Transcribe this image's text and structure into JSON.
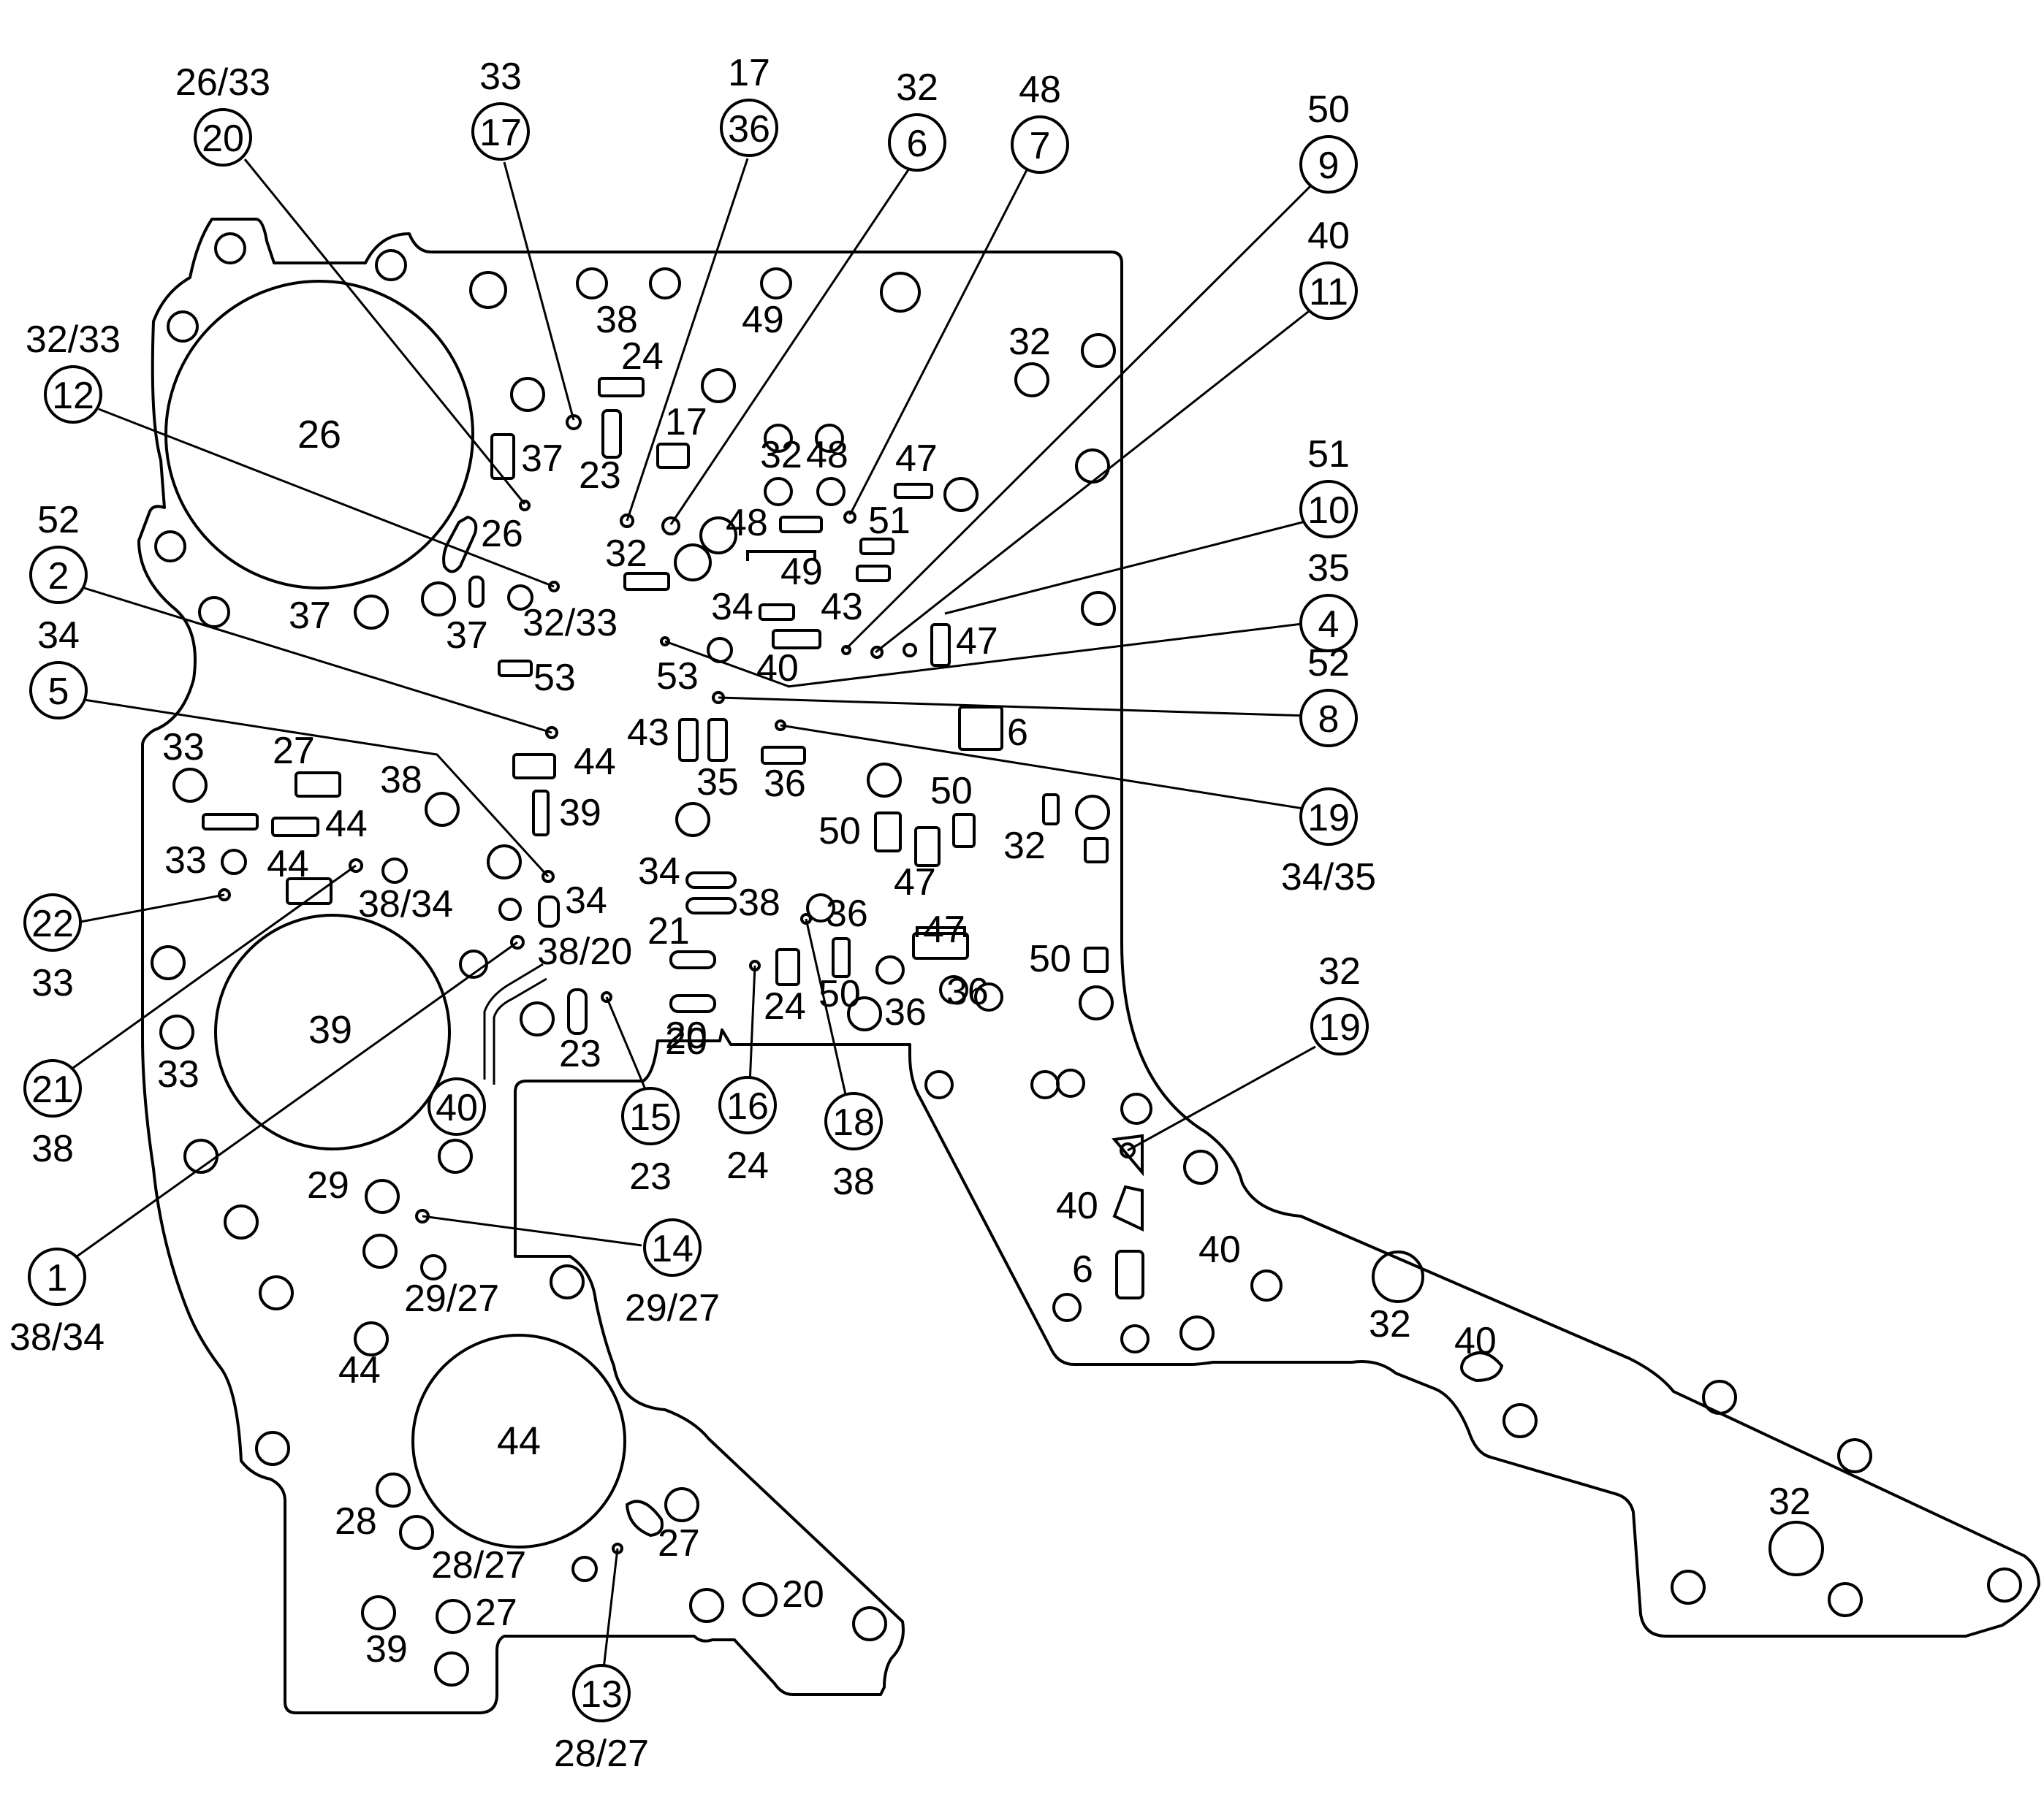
{
  "callouts": [
    {
      "id": "c20",
      "num": "20",
      "sub": "26/33",
      "sub_pos": "above"
    },
    {
      "id": "c17",
      "num": "17",
      "sub": "33",
      "sub_pos": "above"
    },
    {
      "id": "c36",
      "num": "36",
      "sub": "17",
      "sub_pos": "above"
    },
    {
      "id": "c6",
      "num": "6",
      "sub": "32",
      "sub_pos": "above"
    },
    {
      "id": "c7",
      "num": "7",
      "sub": "48",
      "sub_pos": "above"
    },
    {
      "id": "c9",
      "num": "9",
      "sub": "50",
      "sub_pos": "above"
    },
    {
      "id": "c11",
      "num": "11",
      "sub": "40",
      "sub_pos": "above"
    },
    {
      "id": "c12",
      "num": "12",
      "sub": "32/33",
      "sub_pos": "above"
    },
    {
      "id": "c10",
      "num": "10",
      "sub": "51",
      "sub_pos": "above"
    },
    {
      "id": "c2",
      "num": "2",
      "sub": "52",
      "sub_pos": "above"
    },
    {
      "id": "c4",
      "num": "4",
      "sub": "35",
      "sub_pos": "above"
    },
    {
      "id": "c5",
      "num": "5",
      "sub": "34",
      "sub_pos": "above"
    },
    {
      "id": "c8",
      "num": "8",
      "sub": "52",
      "sub_pos": "above"
    },
    {
      "id": "c19a",
      "num": "19",
      "sub": "34/35",
      "sub_pos": "below"
    },
    {
      "id": "c22",
      "num": "22",
      "sub": "33",
      "sub_pos": "below"
    },
    {
      "id": "c19b",
      "num": "19",
      "sub": "32",
      "sub_pos": "above"
    },
    {
      "id": "c21",
      "num": "21",
      "sub": "38",
      "sub_pos": "below"
    },
    {
      "id": "c40",
      "num": "40",
      "sub": "",
      "sub_pos": "none"
    },
    {
      "id": "c15",
      "num": "15",
      "sub": "23",
      "sub_pos": "below"
    },
    {
      "id": "c16",
      "num": "16",
      "sub": "24",
      "sub_pos": "below"
    },
    {
      "id": "c18",
      "num": "18",
      "sub": "38",
      "sub_pos": "below"
    },
    {
      "id": "c14",
      "num": "14",
      "sub": "29/27",
      "sub_pos": "below"
    },
    {
      "id": "c1",
      "num": "1",
      "sub": "38/34",
      "sub_pos": "below"
    },
    {
      "id": "c13",
      "num": "13",
      "sub": "28/27",
      "sub_pos": "below"
    }
  ],
  "big_labels": [
    "26",
    "39",
    "44"
  ],
  "labels": [
    "38",
    "24",
    "49",
    "32",
    "17",
    "37",
    "23",
    "32",
    "48",
    "47",
    "26",
    "51",
    "48",
    "49",
    "32",
    "37",
    "37",
    "32/33",
    "34",
    "43",
    "47",
    "53",
    "53",
    "40",
    "6",
    "43",
    "35",
    "36",
    "33",
    "27",
    "44",
    "38",
    "39",
    "50",
    "44",
    "50",
    "32",
    "33",
    "44",
    "38/34",
    "34",
    "47",
    "34",
    "38",
    "50",
    "36",
    "21",
    "38/20",
    "47",
    "50",
    "24",
    "36",
    "36",
    "33",
    "23",
    "20",
    "20",
    "40",
    "40",
    "6",
    "29",
    "32",
    "29/27",
    "40",
    "44",
    "32",
    "28",
    "27",
    "28/27",
    "27",
    "20",
    "39"
  ]
}
